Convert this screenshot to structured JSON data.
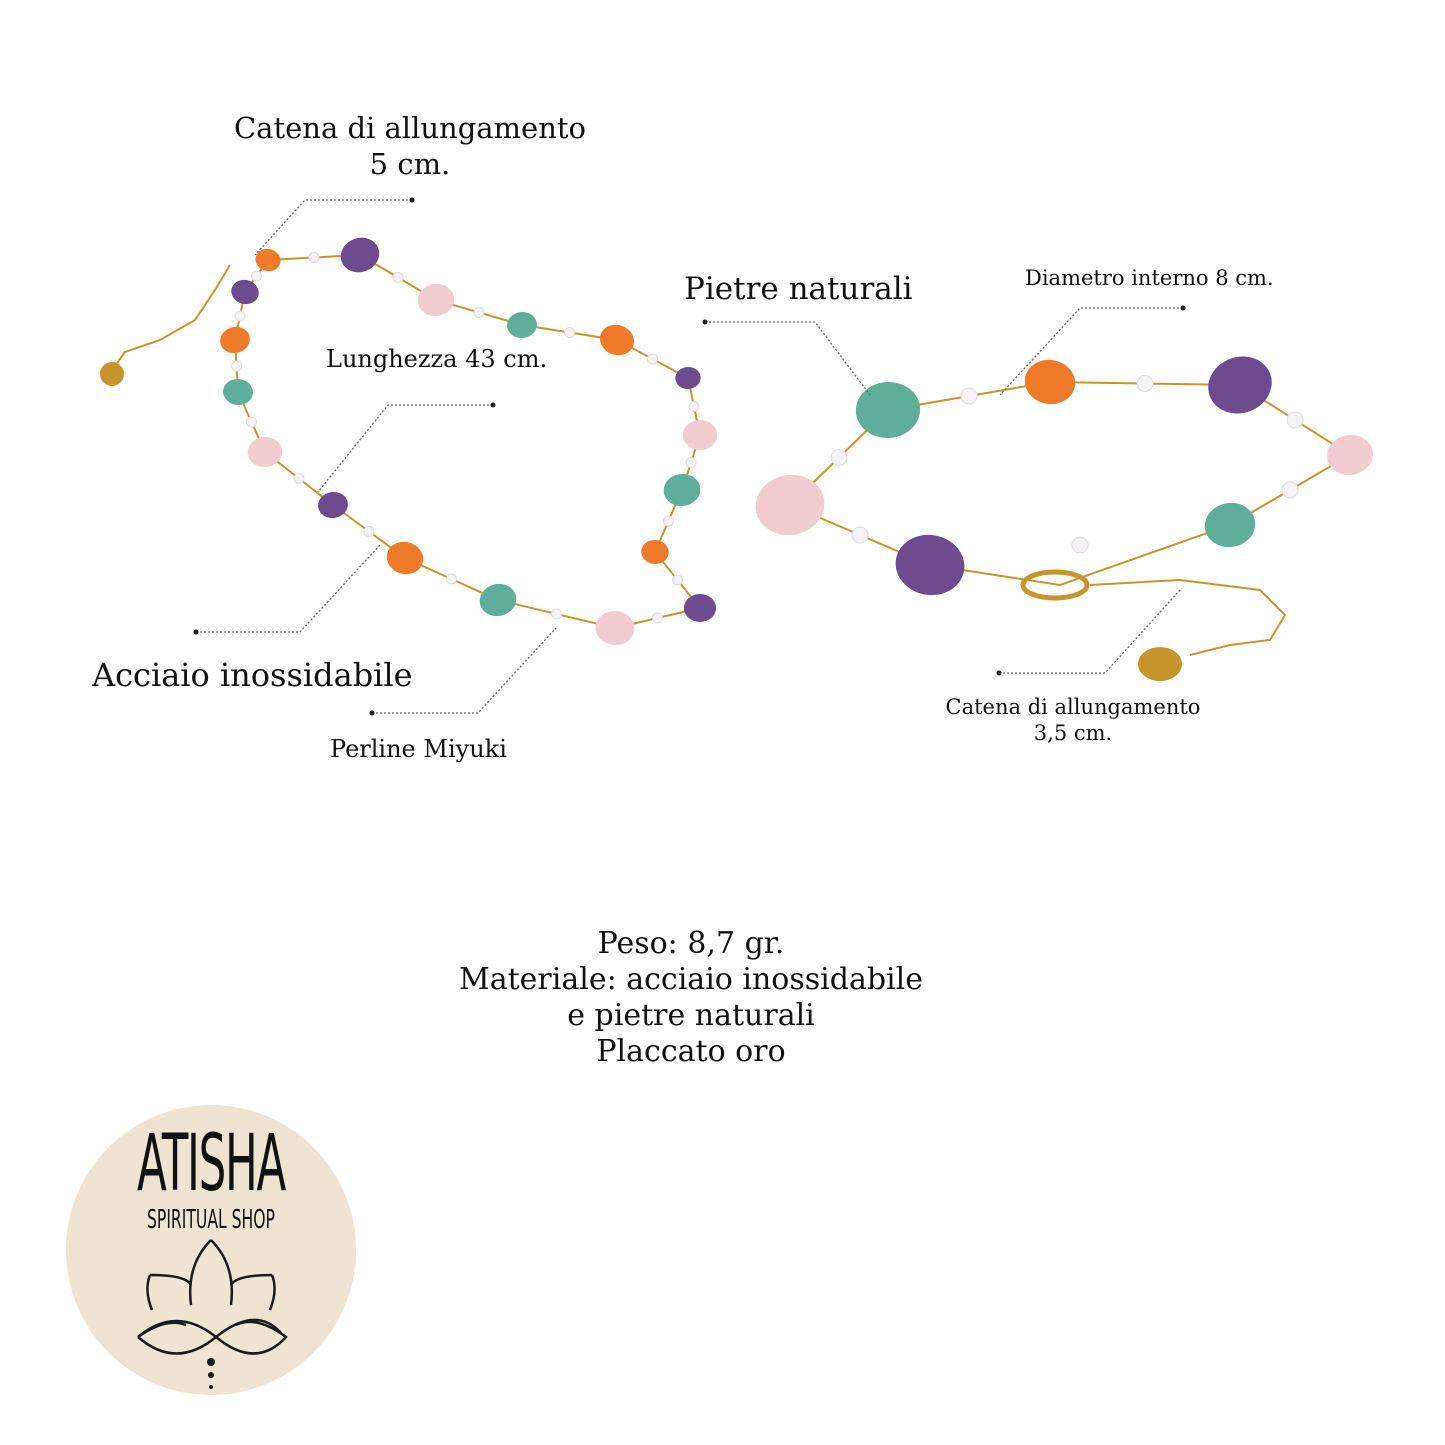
{
  "necklace": {
    "extension_label": "Catena di allungamento",
    "extension_value": "5 cm.",
    "length": "Lunghezza 43 cm.",
    "material": "Acciaio inossidabile",
    "beads": "Perline Miyuki"
  },
  "bracelet": {
    "stones": "Pietre naturali",
    "diameter": "Diametro interno 8 cm.",
    "extension_label": "Catena di allungamento",
    "extension_value": "3,5 cm."
  },
  "specs": [
    "Peso: 8,7 gr.",
    "Materiale: acciaio inossidabile",
    "e pietre naturali",
    "Placcato oro"
  ],
  "logo": {
    "title": "ATISHA",
    "subtitle": "SPIRITUAL SHOP"
  },
  "colors": {
    "gold": "#c8942e",
    "orange": "#ef7a2a",
    "purple": "#6e4a8e",
    "teal": "#5fae9a",
    "pink": "#f1cdd2",
    "pearl": "#f4f2f4",
    "logo_bg": "#efe4d2"
  }
}
